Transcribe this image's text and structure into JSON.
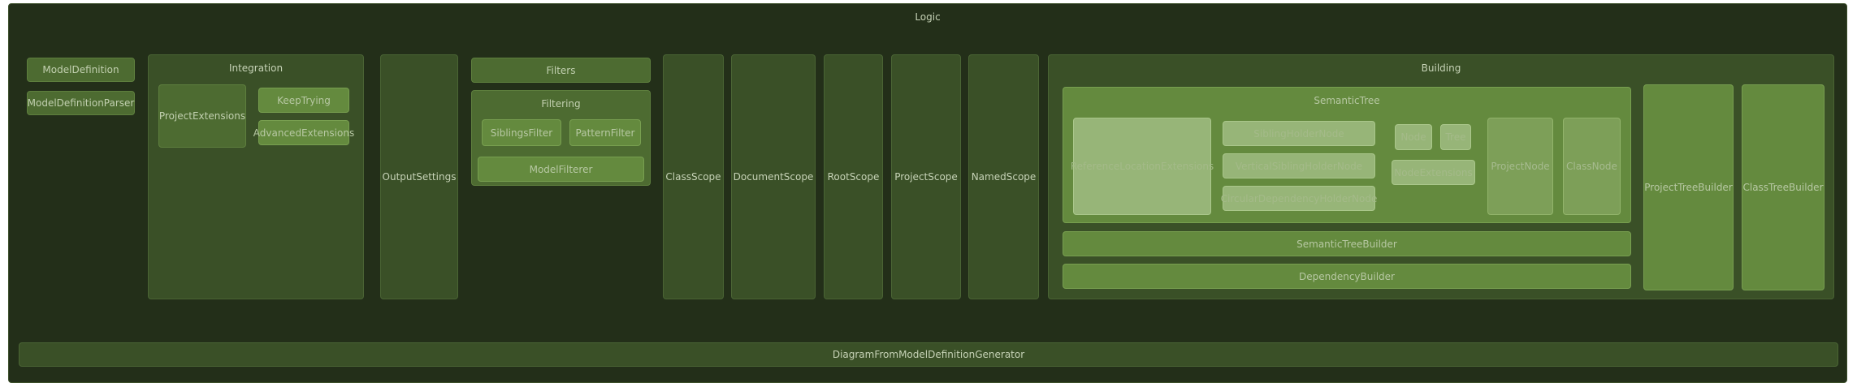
{
  "diagram": {
    "root": "Logic",
    "left_boxes": [
      "ModelDefinition",
      "ModelDefinitionParser"
    ],
    "integration": {
      "title": "Integration",
      "items": [
        "ProjectExtensions",
        "KeepTrying",
        "AdvancedExtensions"
      ]
    },
    "output_settings": "OutputSettings",
    "filters": "Filters",
    "filtering": {
      "title": "Filtering",
      "items": [
        "SiblingsFilter",
        "PatternFilter",
        "ModelFilterer"
      ]
    },
    "scopes": [
      "ClassScope",
      "DocumentScope",
      "RootScope",
      "ProjectScope",
      "NamedScope"
    ],
    "building": {
      "title": "Building",
      "semantic_tree": {
        "title": "SemanticTree",
        "items": [
          "ReferenceLocationExtensions",
          "SiblingHolderNode",
          "VerticalSiblingHolderNode",
          "CircularDependencyHolderNode",
          "Node",
          "Tree",
          "NodeExtensions",
          "ProjectNode",
          "ClassNode"
        ]
      },
      "semantic_tree_builder": "SemanticTreeBuilder",
      "dependency_builder": "DependencyBuilder",
      "project_tree_builder": "ProjectTreeBuilder",
      "class_tree_builder": "ClassTreeBuilder"
    },
    "generator": "DiagramFromModelDefinitionGenerator"
  }
}
